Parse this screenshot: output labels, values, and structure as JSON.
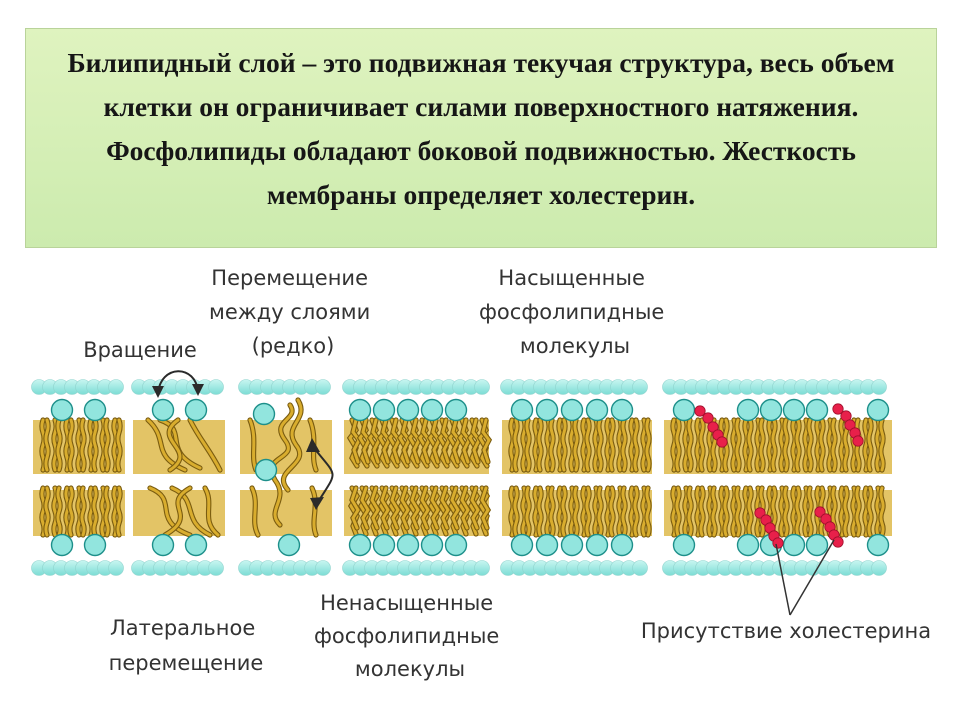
{
  "title": {
    "text": "Билипидный слой – это подвижная текучая структура, весь объем клетки он ограничивает силами поверхностного натяжения. Фосфолипиды обладают боковой подвижностью. Жесткость мембраны определяет холестерин."
  },
  "labels": {
    "rotation": "Вращение",
    "flipflop": [
      "Перемещение",
      "между слоями",
      "(редко)"
    ],
    "saturated": [
      "Насыщенные",
      "фосфолипидные",
      "молекулы"
    ],
    "lateral": [
      "Латеральное",
      "перемещение"
    ],
    "unsaturated": [
      "Ненасыщенные",
      "фосфолипидные",
      "молекулы"
    ],
    "cholesterol": "Присутствие холестерина"
  },
  "colors": {
    "title_bg": "#d6efb8",
    "membrane_core": "#e3c466",
    "head_fill": "#92e5de",
    "head_stroke": "#1d8f8a",
    "cholesterol": "#e8204a"
  }
}
